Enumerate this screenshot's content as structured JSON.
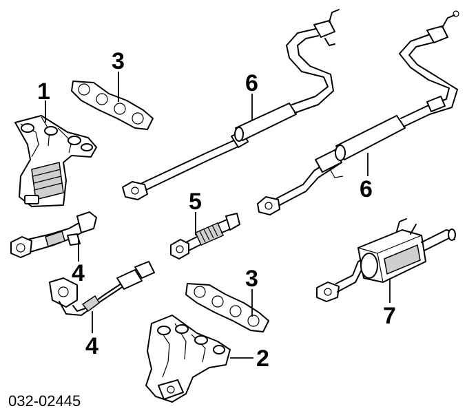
{
  "diagram": {
    "reference_code": "032-02445",
    "callouts": [
      {
        "id": "c1",
        "label": "1"
      },
      {
        "id": "c3a",
        "label": "3"
      },
      {
        "id": "c6a",
        "label": "6"
      },
      {
        "id": "c6b",
        "label": "6"
      },
      {
        "id": "c5",
        "label": "5"
      },
      {
        "id": "c4a",
        "label": "4"
      },
      {
        "id": "c4b",
        "label": "4"
      },
      {
        "id": "c3b",
        "label": "3"
      },
      {
        "id": "c2",
        "label": "2"
      },
      {
        "id": "c7",
        "label": "7"
      }
    ]
  }
}
